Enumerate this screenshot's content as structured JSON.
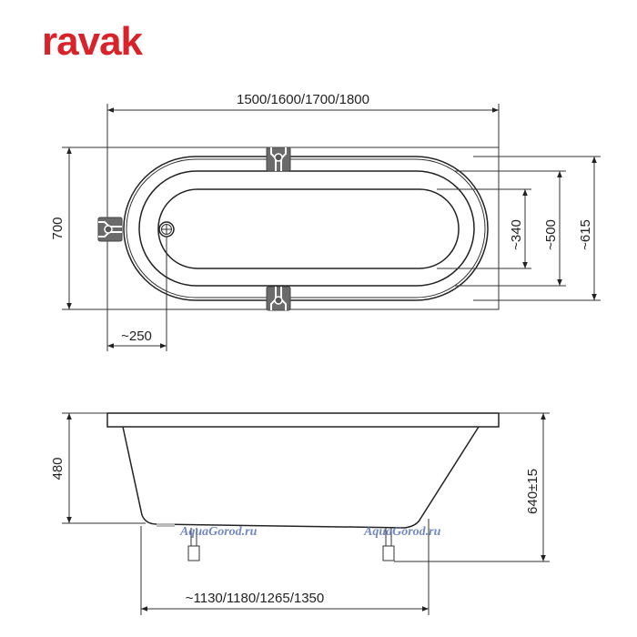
{
  "brand": {
    "logo_text": "ravak",
    "color": "#d8232a"
  },
  "top_view": {
    "length_label": "1500/1600/1700/1800",
    "width_label": "700",
    "drain_offset_label": "~250",
    "inner_width_label": "~340",
    "middle_width_label": "~500",
    "outer_width_label": "~615"
  },
  "side_view": {
    "depth_label": "480",
    "height_label": "640±15",
    "leg_span_label": "~1130/1180/1265/1350"
  },
  "watermarks": [
    "AquaGorod.ru",
    "AquaGorod.ru"
  ]
}
